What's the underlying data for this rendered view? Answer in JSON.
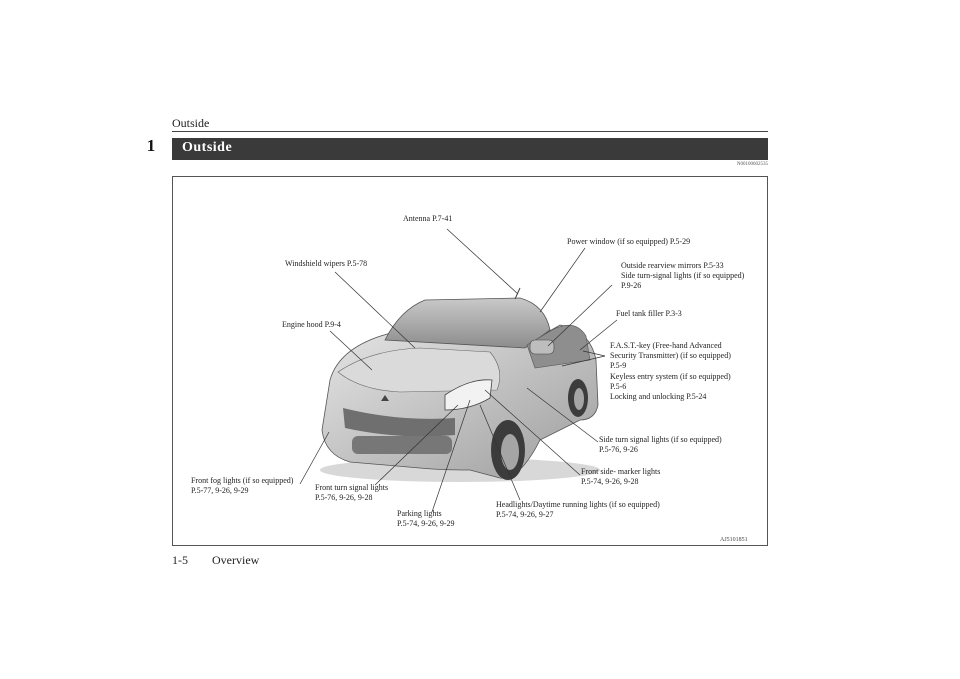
{
  "header": {
    "title": "Outside"
  },
  "chapter_number": "1",
  "section": {
    "title": "Outside",
    "doc_id": "N00100602535"
  },
  "diagram": {
    "image_id": "AJ5101851",
    "labels": {
      "antenna": "Antenna P.7-41",
      "power_window": "Power window (if so equipped) P.5-29",
      "wipers": "Windshield wipers P.5-78",
      "mirrors": "Outside rearview mirrors P.5-33\nSide turn-signal lights (if so equipped)\nP.9-26",
      "fuel": "Fuel tank filler P.3-3",
      "hood": "Engine hood P.9-4",
      "fast_key": "F.A.S.T.-key (Free-hand Advanced\nSecurity Transmitter) (if so equipped)\nP.5-9\nKeyless entry system (if so equipped)\nP.5-6\nLocking and unlocking P.5-24",
      "side_turn": "Side turn signal lights (if so equipped)\nP.5-76, 9-26",
      "marker": "Front side- marker lights\nP.5-74, 9-26, 9-28",
      "fog": "Front fog lights (if so equipped)\nP.5-77, 9-26, 9-29",
      "turn": "Front turn signal lights\nP.5-76, 9-26, 9-28",
      "parking": "Parking lights\nP.5-74, 9-26, 9-29",
      "headlights": "Headlights/Daytime running lights (if so equipped)\nP.5-74, 9-26, 9-27"
    }
  },
  "footer": {
    "page": "1-5",
    "label": "Overview"
  }
}
